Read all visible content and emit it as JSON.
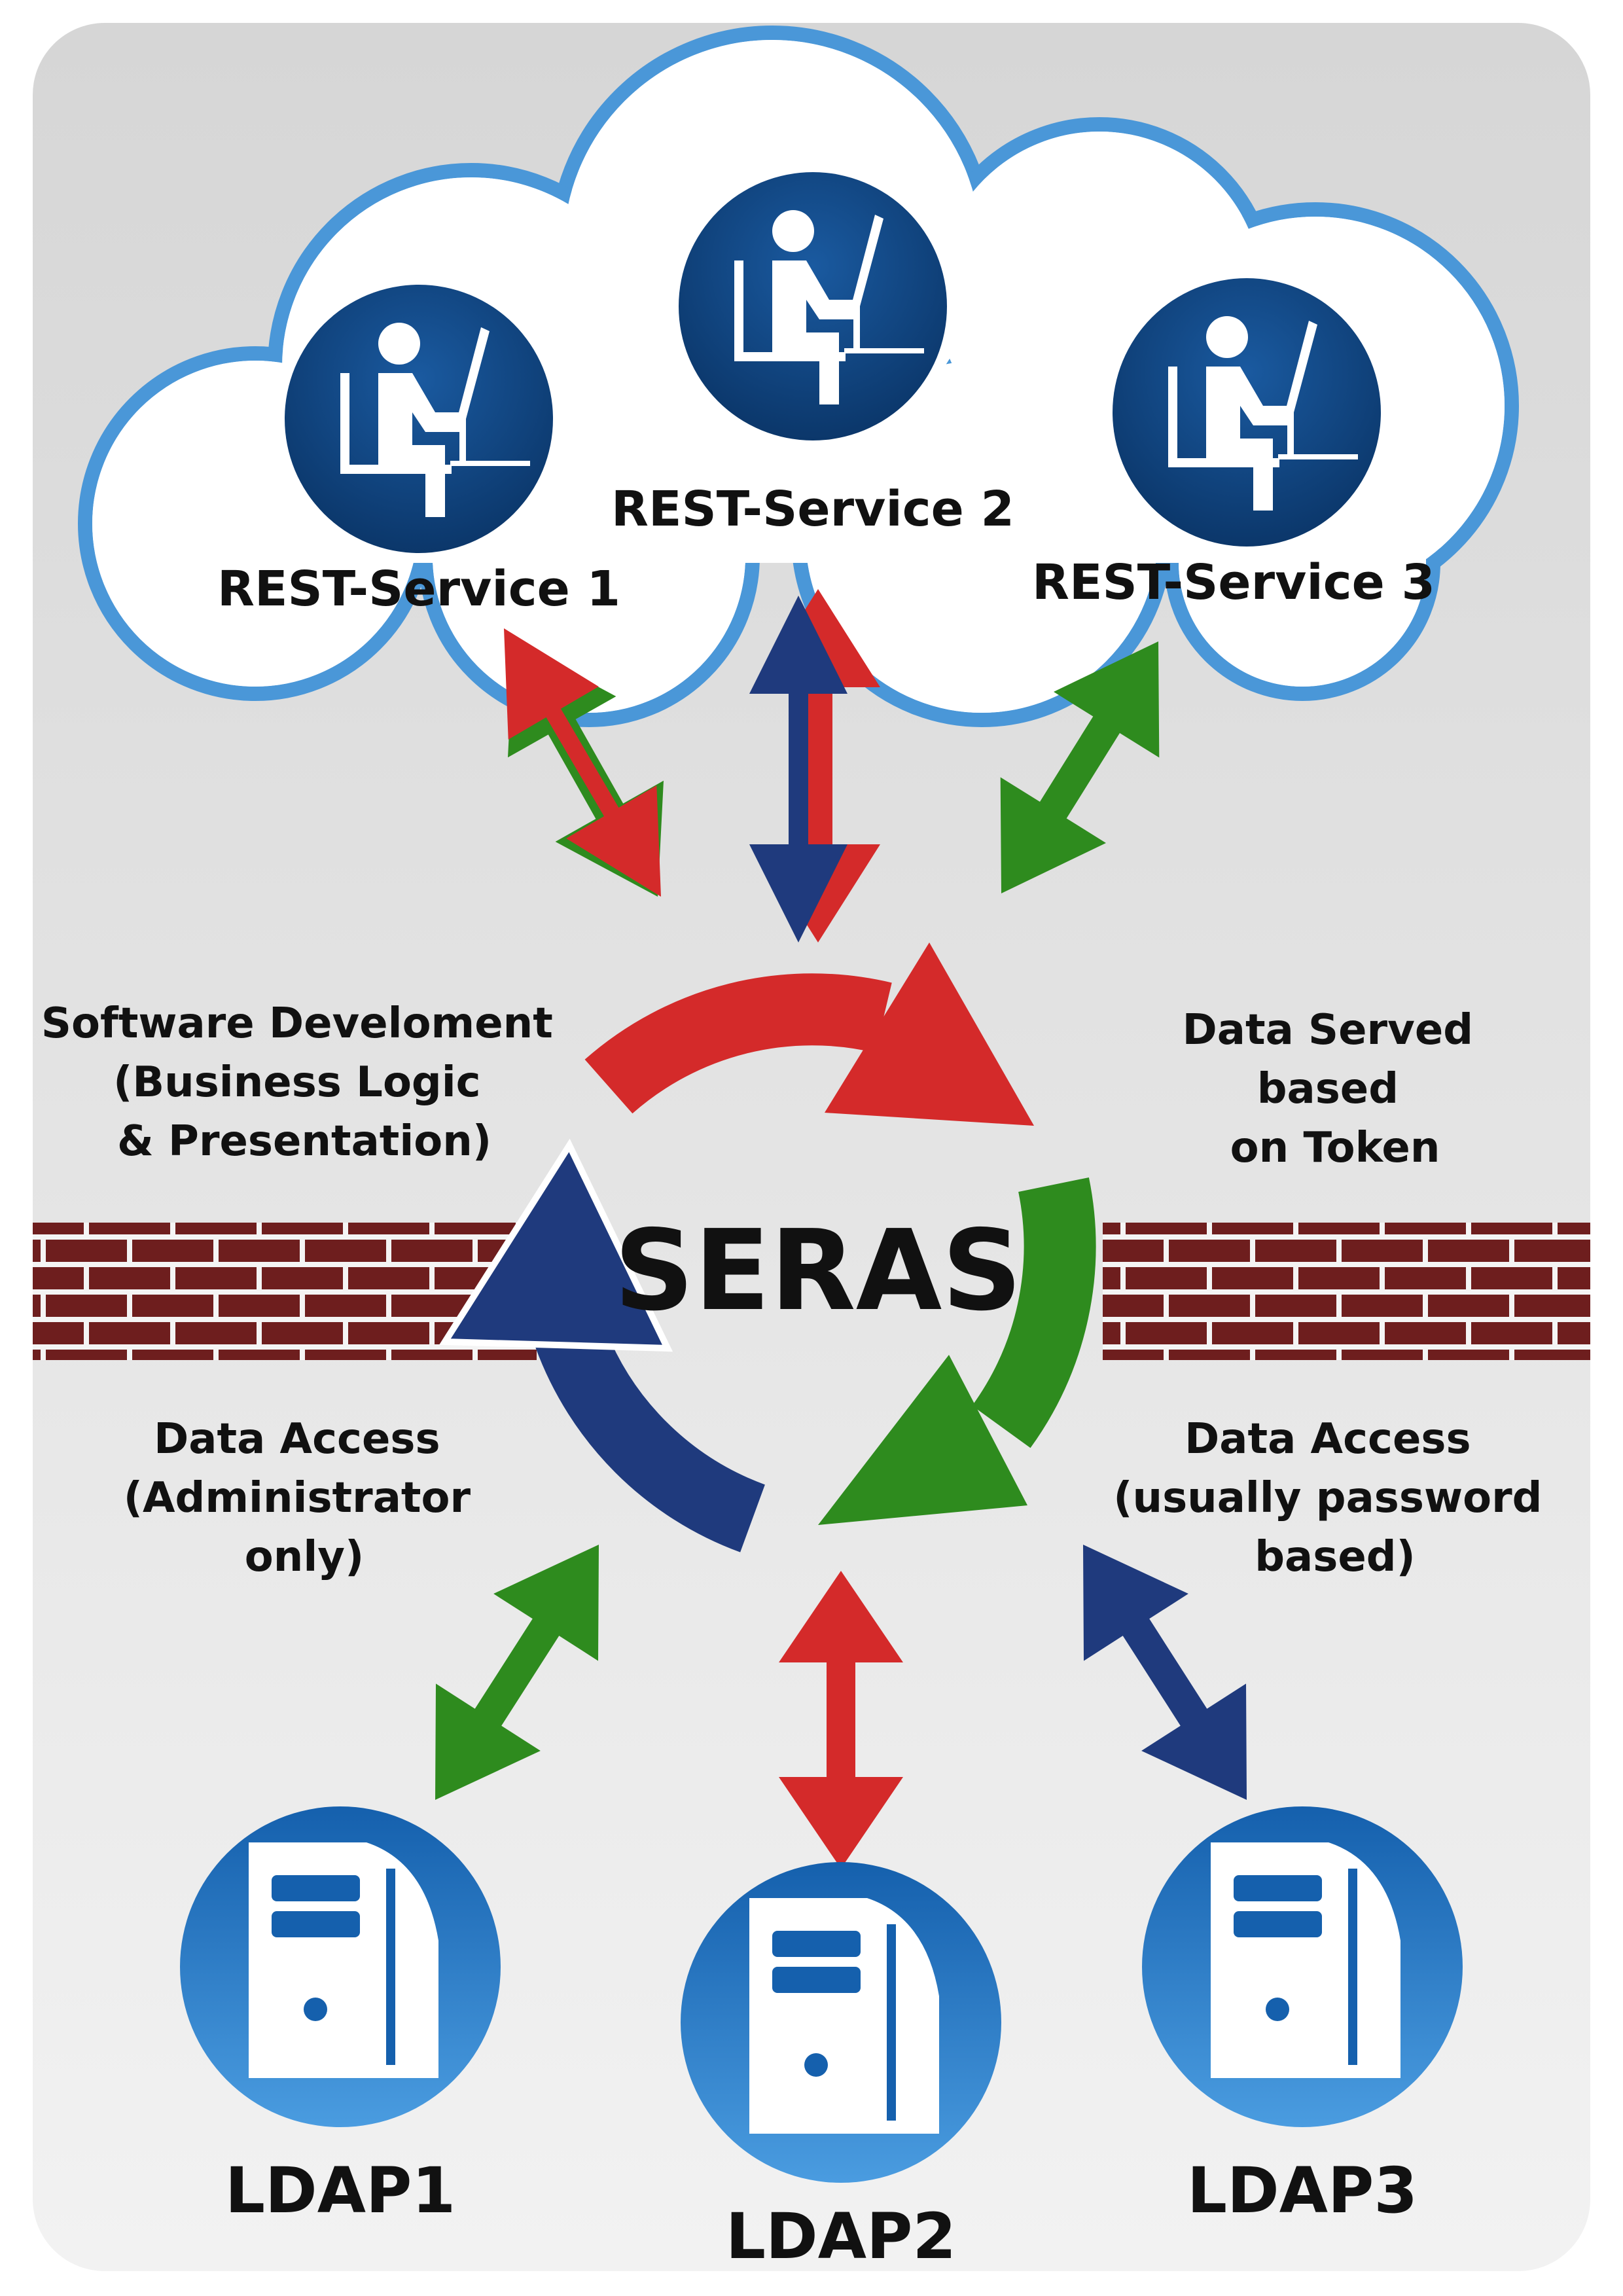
{
  "colors": {
    "red": "#d42a2a",
    "green": "#2e8b1e",
    "blue": "#1f3a7d",
    "cloud_border": "#4a97d8",
    "brick": "#6e1e1e",
    "icon_dark": "#0d3e78",
    "icon_light": "#3d8bd2"
  },
  "services": [
    {
      "label": "REST-Service 1",
      "icon": "person-at-computer-icon"
    },
    {
      "label": "REST-Service 2",
      "icon": "person-at-computer-icon"
    },
    {
      "label": "REST-Service 3",
      "icon": "person-at-computer-icon"
    }
  ],
  "core": {
    "label": "SERAS"
  },
  "annotations": {
    "top_left": [
      "Software Develoment",
      "(Business Logic",
      "& Presentation)"
    ],
    "top_right": [
      "Data Served",
      "based",
      "on Token"
    ],
    "bottom_left": [
      "Data Access",
      "(Administrator",
      "only)"
    ],
    "bottom_right": [
      "Data Access",
      "(usually password",
      "based)"
    ]
  },
  "servers": [
    {
      "label": "LDAP1",
      "icon": "server-tower-icon"
    },
    {
      "label": "LDAP2",
      "icon": "server-tower-icon"
    },
    {
      "label": "LDAP3",
      "icon": "server-tower-icon"
    }
  ]
}
